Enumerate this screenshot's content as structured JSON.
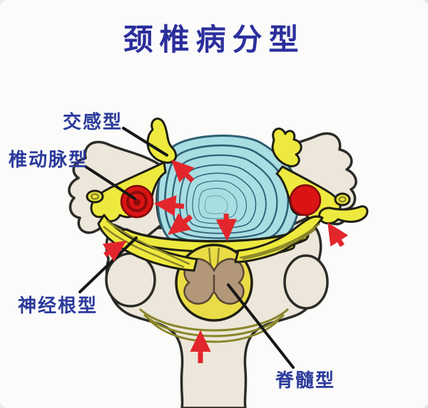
{
  "title": "颈椎病分型",
  "labels": {
    "sympathetic": "交感型",
    "vertebral_artery": "椎动脉型",
    "nerve_root": "神经根型",
    "spinal_cord": "脊髓型"
  },
  "colors": {
    "background": "#fbfbfa",
    "title_text": "#2b2f9c",
    "label_text": "#2b3a9b",
    "leader_line": "#161616",
    "bone": "#ece7da",
    "bone_outline": "#2b2b28",
    "disc_fill": "#a8dde2",
    "disc_ring": "#2f5f74",
    "nerve_yellow": "#eee93e",
    "nerve_outline": "#8a852a",
    "artery_red": "#da1414",
    "arrow_red": "#e2262c",
    "cord_yellow": "#eadc46",
    "gray_matter": "#b29879"
  }
}
